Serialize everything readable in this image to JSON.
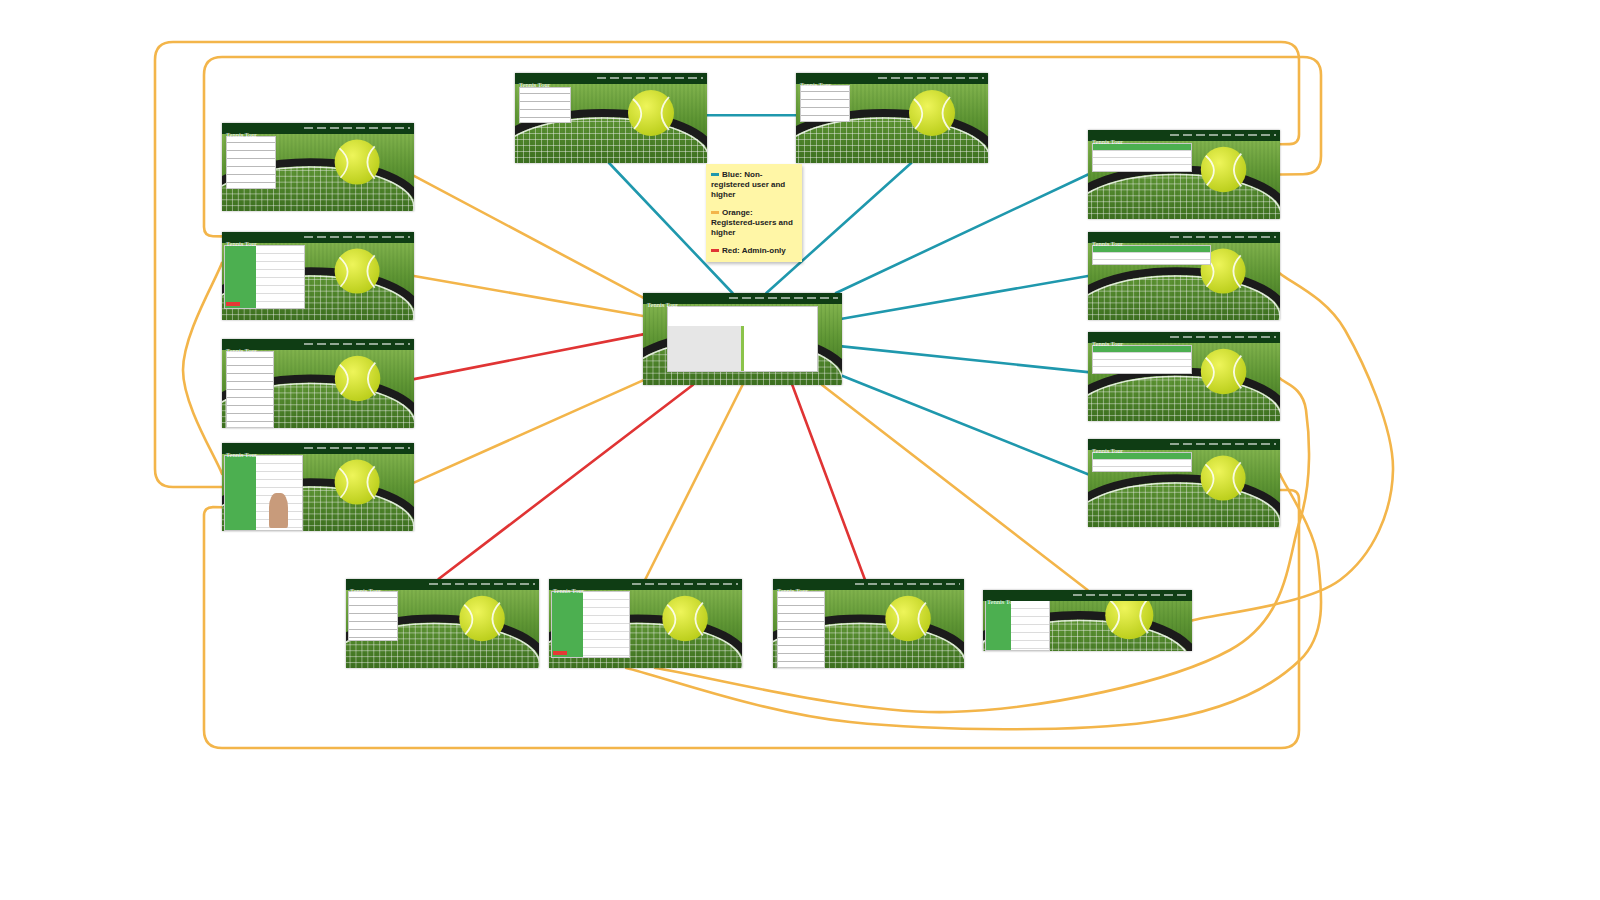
{
  "diagram": {
    "nodes": [
      {
        "text": [
          "Tennis Tour"
        ]
      },
      {
        "text": [
          "Tennis Tour"
        ]
      },
      {
        "text": [
          "Tennis Tour"
        ]
      },
      {
        "text": [
          "Tennis Tour"
        ]
      },
      {
        "text": [
          "Tennis Tour"
        ]
      },
      {
        "text": [
          "Tennis Tour"
        ]
      },
      {
        "text": [
          "Tennis Tour"
        ]
      },
      {
        "text": [
          "Tennis Tour"
        ]
      },
      {
        "text": [
          "Tennis Tour"
        ]
      },
      {
        "text": [
          "Tennis Tour"
        ]
      },
      {
        "text": [
          "Tennis Tour"
        ]
      },
      {
        "text": [
          "Tennis Tour"
        ]
      },
      {
        "text": [
          "Tennis Tour"
        ]
      },
      {
        "text": [
          "Tennis Tour"
        ]
      },
      {
        "text": [
          "Tennis Tour"
        ]
      }
    ],
    "edges": [
      {
        "from": 6,
        "to": 0,
        "arrow": "none"
      },
      {
        "from": 6,
        "to": 1,
        "arrow": "none"
      },
      {
        "from": 0,
        "to": 1,
        "arrow": "none"
      },
      {
        "from": 6,
        "to": 2,
        "arrow": "none"
      },
      {
        "from": 6,
        "to": 4,
        "arrow": "none"
      },
      {
        "from": 6,
        "to": 7,
        "arrow": "none"
      },
      {
        "from": 6,
        "to": 9,
        "arrow": "none"
      },
      {
        "from": 6,
        "to": 11,
        "arrow": "none"
      },
      {
        "from": 6,
        "to": 12,
        "arrow": "none"
      },
      {
        "from": 6,
        "to": 13,
        "arrow": "none"
      },
      {
        "from": 6,
        "to": 14,
        "arrow": "none"
      },
      {
        "from": 6,
        "to": 3,
        "arrow": "none"
      },
      {
        "from": 6,
        "to": 5,
        "arrow": "none"
      },
      {
        "from": 6,
        "to": 8,
        "arrow": "none"
      },
      {
        "from": 6,
        "to": 10,
        "arrow": "none"
      },
      {
        "from": 9,
        "to": 3,
        "arrow": "none"
      },
      {
        "from": 4,
        "to": 3,
        "arrow": "none"
      },
      {
        "from": 4,
        "to": 9,
        "arrow": "none"
      },
      {
        "from": 9,
        "to": 10,
        "arrow": "none"
      },
      {
        "from": 12,
        "to": 8,
        "arrow": "none"
      },
      {
        "from": 5,
        "to": 14,
        "arrow": "none"
      },
      {
        "from": 10,
        "to": 12,
        "arrow": "none"
      }
    ],
    "legend": [
      {
        "text": "Blue: Non-registered user and higher",
        "color": "#1f98ad"
      },
      {
        "text": "Orange: Registered-users and higher",
        "color": "#f3b54a"
      },
      {
        "text": "Red: Admin-only",
        "color": "#e03434"
      }
    ]
  }
}
